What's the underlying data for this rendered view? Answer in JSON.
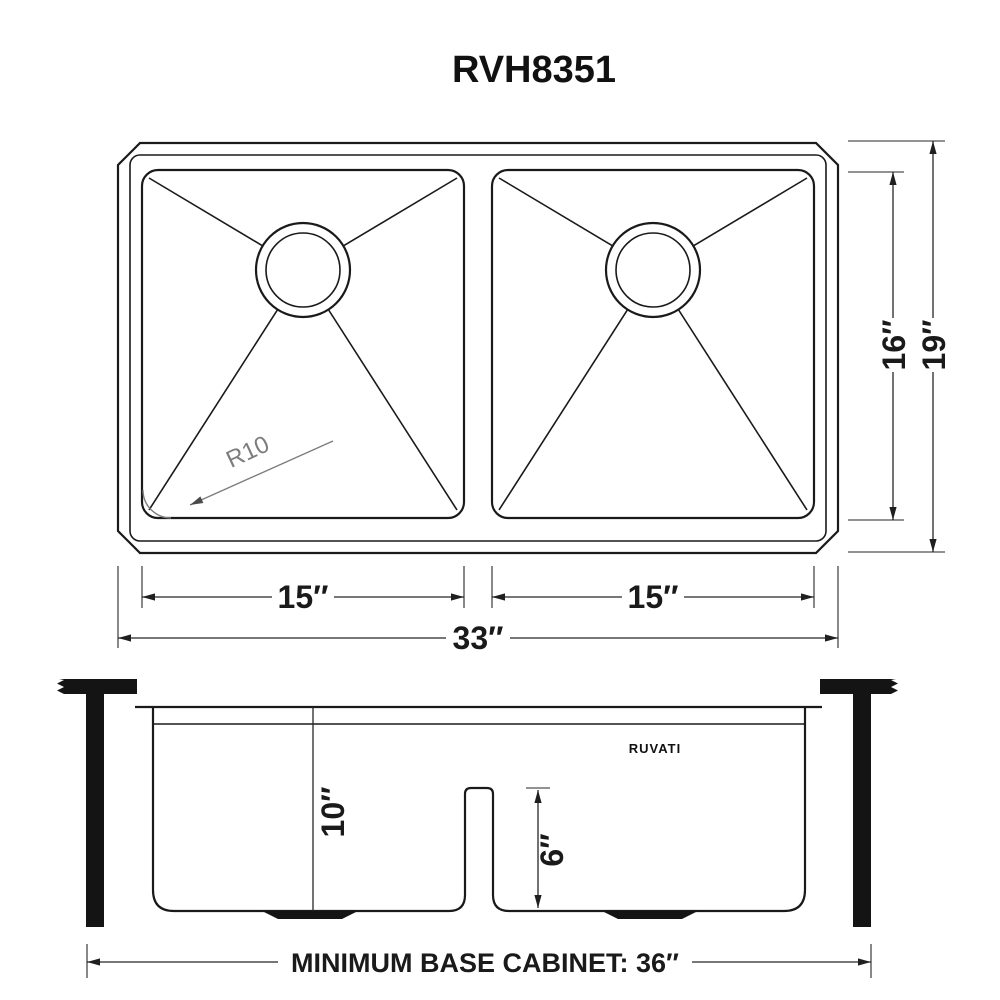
{
  "page": {
    "title": "RVH8351"
  },
  "top_view": {
    "corner_radius_label": "R10",
    "bowl1_width": "15″",
    "bowl2_width": "15″",
    "overall_width": "33″",
    "bowl_front_to_back": "16″",
    "overall_front_to_back": "19″"
  },
  "front_view": {
    "brand": "RUVATI",
    "bowl_depth": "10″",
    "divider_height": "6″",
    "base_cabinet_note": "MINIMUM BASE CABINET: 36″"
  },
  "colors": {
    "object_line": "#1a1a1a",
    "dimension_line": "#262626",
    "leader_line": "#7d7d7d",
    "background": "#ffffff"
  }
}
